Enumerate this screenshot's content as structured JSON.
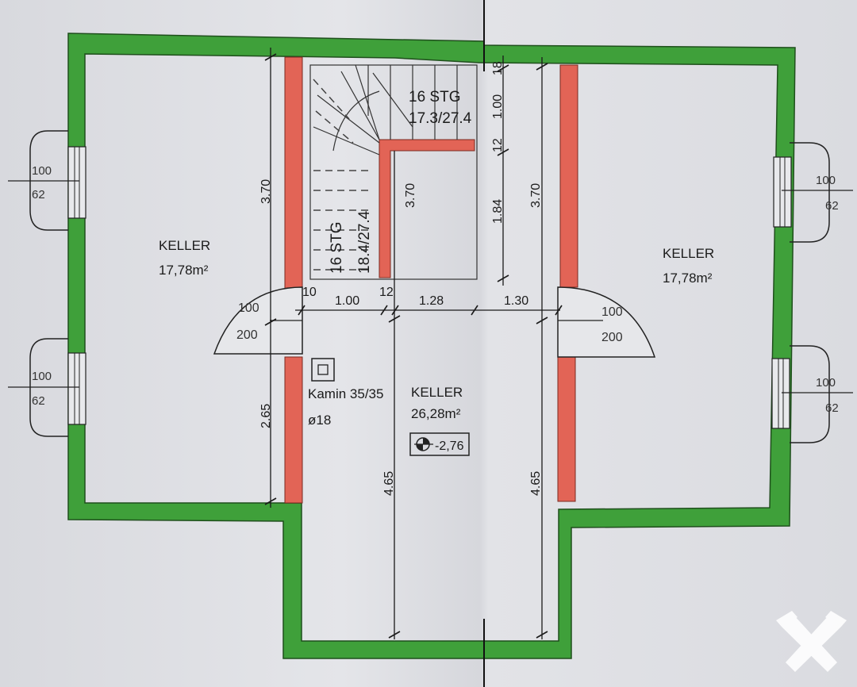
{
  "rooms": [
    {
      "id": "left",
      "name": "KELLER",
      "area": "17,78m²"
    },
    {
      "id": "center",
      "name": "KELLER",
      "area": "26,28m²"
    },
    {
      "id": "right",
      "name": "KELLER",
      "area": "17,78m²"
    }
  ],
  "stairs": {
    "upper": {
      "steps": "16 STG",
      "ratio": "17.3/27.4"
    },
    "lower": {
      "steps": "16 STG",
      "ratio": "18.4/27.4"
    }
  },
  "chimney": {
    "label": "Kamin 35/35",
    "diameter": "ø18"
  },
  "level_marker": "-2,76",
  "dimensions": {
    "left_upper_height": "3.70",
    "left_lower_height": "2.65",
    "stair_height": "3.70",
    "center_height": "4.65",
    "right_height_upper": "3.70",
    "right_height_lower": "4.65",
    "gap_1_84": "1.84",
    "gap_1_00": "1.00",
    "gap_12_upper": "12",
    "gap_18": "18",
    "row_10": "10",
    "row_1_00": "1.00",
    "row_12": "12",
    "row_1_28": "1.28",
    "row_1_30": "1.30"
  },
  "windows": [
    {
      "id": "left-top",
      "width": "100",
      "height": "62"
    },
    {
      "id": "left-bottom",
      "width": "100",
      "height": "62"
    },
    {
      "id": "right-top",
      "width": "100",
      "height": "62"
    },
    {
      "id": "right-bottom",
      "width": "100",
      "height": "62"
    }
  ],
  "doors": [
    {
      "id": "left",
      "width": "100",
      "height": "200"
    },
    {
      "id": "right",
      "width": "100",
      "height": "200"
    }
  ],
  "colors": {
    "exterior_wall": "#3fa03a",
    "interior_wall": "#e26456",
    "background": "#dcdde2",
    "line": "#1a1a1a"
  }
}
